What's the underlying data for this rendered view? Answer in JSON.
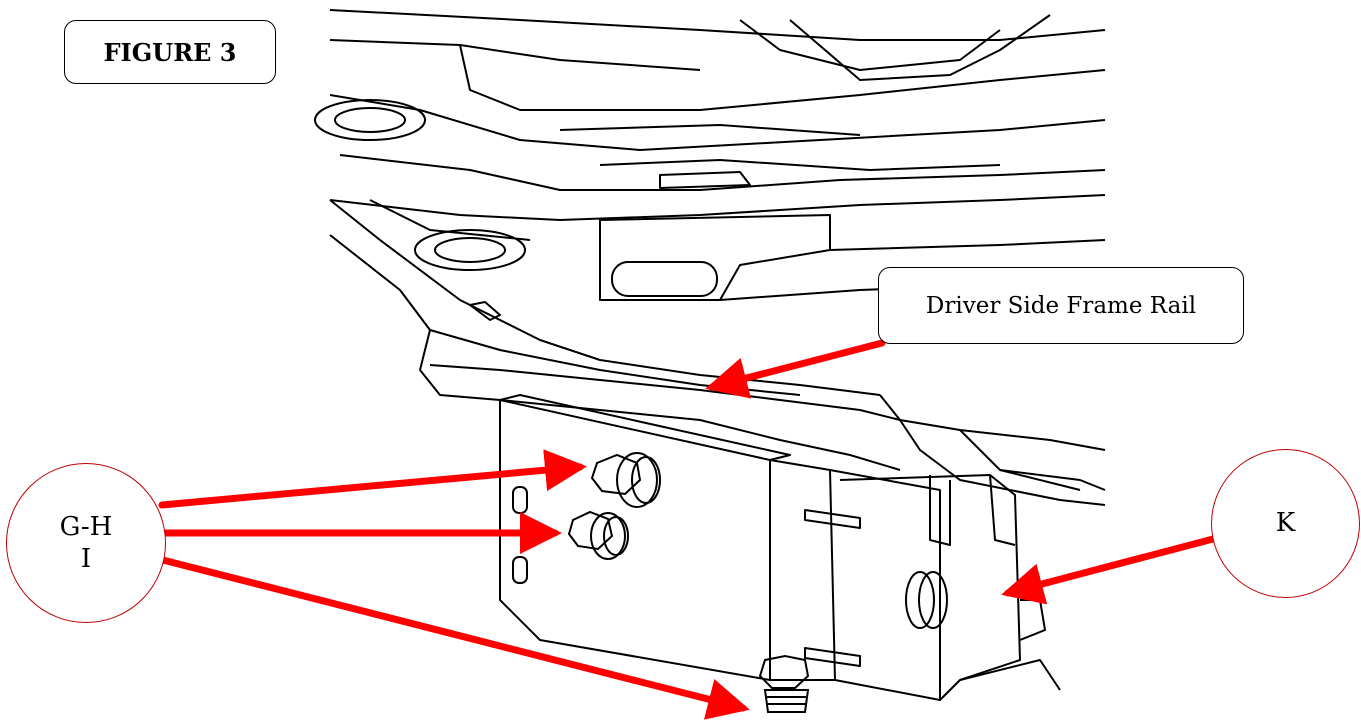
{
  "figure": {
    "title": "FIGURE 3"
  },
  "labels": {
    "frame_rail": "Driver Side Frame Rail"
  },
  "callouts": {
    "ghi": {
      "line1": "G-H",
      "line2": "I"
    },
    "k": {
      "text": "K"
    }
  },
  "colors": {
    "arrow": "#ff0000",
    "callout_border": "#c00000",
    "line_art": "#000000"
  }
}
